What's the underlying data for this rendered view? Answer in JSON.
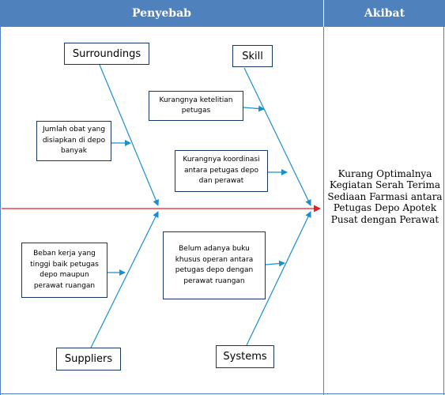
{
  "header": {
    "cause_label": "Penyebab",
    "effect_label": "Akibat"
  },
  "categories": {
    "surroundings": "Surroundings",
    "skill": "Skill",
    "suppliers": "Suppliers",
    "systems": "Systems"
  },
  "causes": {
    "jumlah_obat": "Jumlah obat yang disiapkan di depo banyak",
    "kurangnya_ketelitian": "Kurangnya ketelitian petugas",
    "kurangnya_koordinasi": "Kurangnya koordinasi antara petugas depo dan perawat",
    "beban_kerja": "Beban kerja yang tinggi baik petugas depo maupun perawat ruangan",
    "belum_adanya": "Belum adanya buku khusus operan antara petugas depo dengan perawat ruangan"
  },
  "effect": "Kurang Optimalnya Kegiatan Serah Terima Sediaan Farmasi antara Petugas Depo Apotek Pusat dengan Perawat",
  "colors": {
    "header": "#4f81bd",
    "arrow": "#1a8fd0",
    "spine": "#e02020",
    "box_border": "#17375e"
  }
}
